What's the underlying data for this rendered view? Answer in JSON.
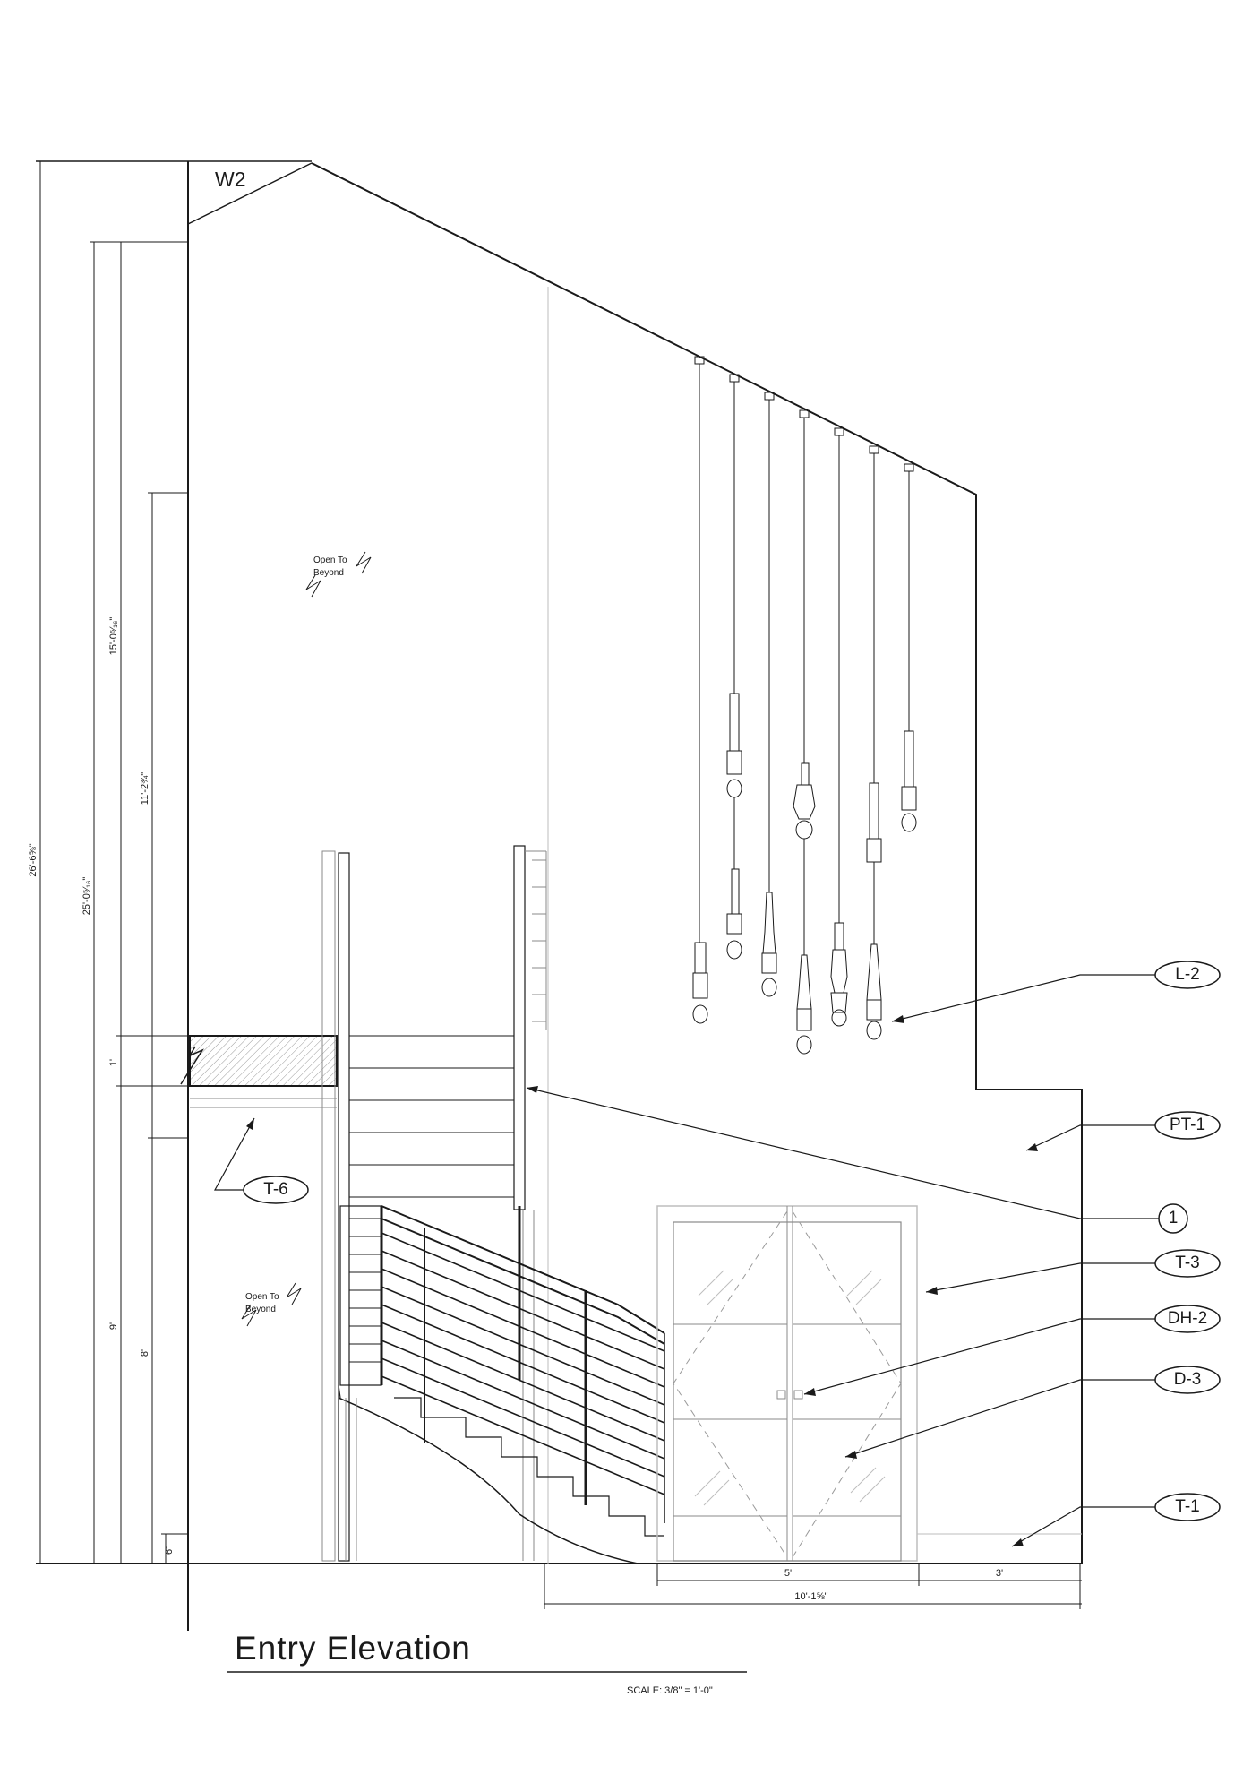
{
  "title": "Entry Elevation",
  "scale": "SCALE: 3/8\" = 1'-0\"",
  "window_tag": "W2",
  "notes": [
    {
      "id": "open-to-beyond-upper",
      "lines": [
        "Open To",
        "Beyond"
      ]
    },
    {
      "id": "open-to-beyond-lower",
      "lines": [
        "Open To",
        "Beyond"
      ]
    }
  ],
  "tags": [
    {
      "id": "L-2",
      "label": "L-2"
    },
    {
      "id": "PT-1",
      "label": "PT-1"
    },
    {
      "id": "1",
      "label": "1"
    },
    {
      "id": "T-3",
      "label": "T-3"
    },
    {
      "id": "DH-2",
      "label": "DH-2"
    },
    {
      "id": "D-3",
      "label": "D-3"
    },
    {
      "id": "T-1",
      "label": "T-1"
    },
    {
      "id": "T-6",
      "label": "T-6"
    }
  ],
  "dimensions": {
    "overall_height": "26'-6⅝\"",
    "ceiling_height": "25'-0⁵⁄₁₆\"",
    "upper_height": "15'-0⁵⁄₁₆\"",
    "upper_room": "11'-2¾\"",
    "floor_thickness": "1'",
    "lower_height": "9'",
    "lower_room": "8'",
    "base": "6\"",
    "door_width": "5'",
    "side_width": "3'",
    "bottom_width": "10'-1⅝\""
  }
}
